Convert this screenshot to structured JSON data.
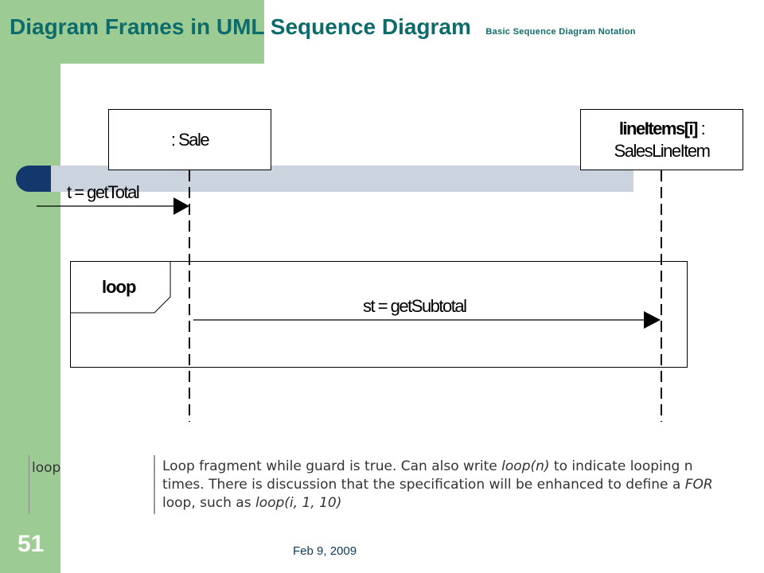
{
  "title": "Diagram Frames in UML Sequence Diagram",
  "subtitle": "Basic Sequence Diagram Notation",
  "lifelines": {
    "sale": ": Sale",
    "lineitems_bold": "lineItems[i]",
    "lineitems_rest": " :",
    "lineitems_type": "SalesLineItem"
  },
  "messages": {
    "get_total": "t = getTotal",
    "get_subtotal": "st = getSubtotal"
  },
  "frame": {
    "operator": "loop"
  },
  "table": {
    "operator": "loop",
    "description_parts": {
      "p1": "Loop fragment while guard is true. Can also write ",
      "p2": "loop(n)",
      "p3": " to indicate looping n times. There is discussion that the specification will be enhanced to define a ",
      "p4": "FOR",
      "p5": " loop, such as ",
      "p6": "loop(i, 1, 10)"
    }
  },
  "footer": {
    "slide_number": "51",
    "date": "Feb 9, 2009"
  },
  "colors": {
    "green": "#9ccc93",
    "title": "#0e6b6b",
    "band": "#cbd3df",
    "pill": "#13386b"
  }
}
